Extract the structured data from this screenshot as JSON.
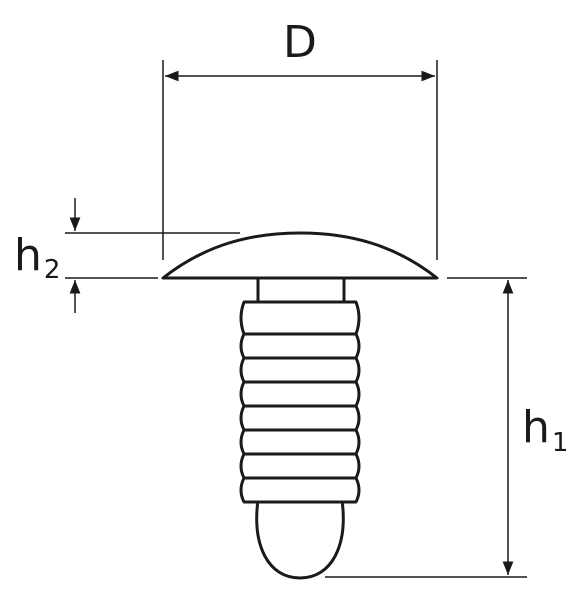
{
  "diagram": {
    "labels": {
      "diameter": "D",
      "head_height": "h",
      "head_height_sub": "2",
      "total_height": "h",
      "total_height_sub": "1"
    },
    "colors": {
      "stroke": "#1a1a1a",
      "fill": "#ffffff"
    },
    "component": "push-rivet-icon"
  }
}
